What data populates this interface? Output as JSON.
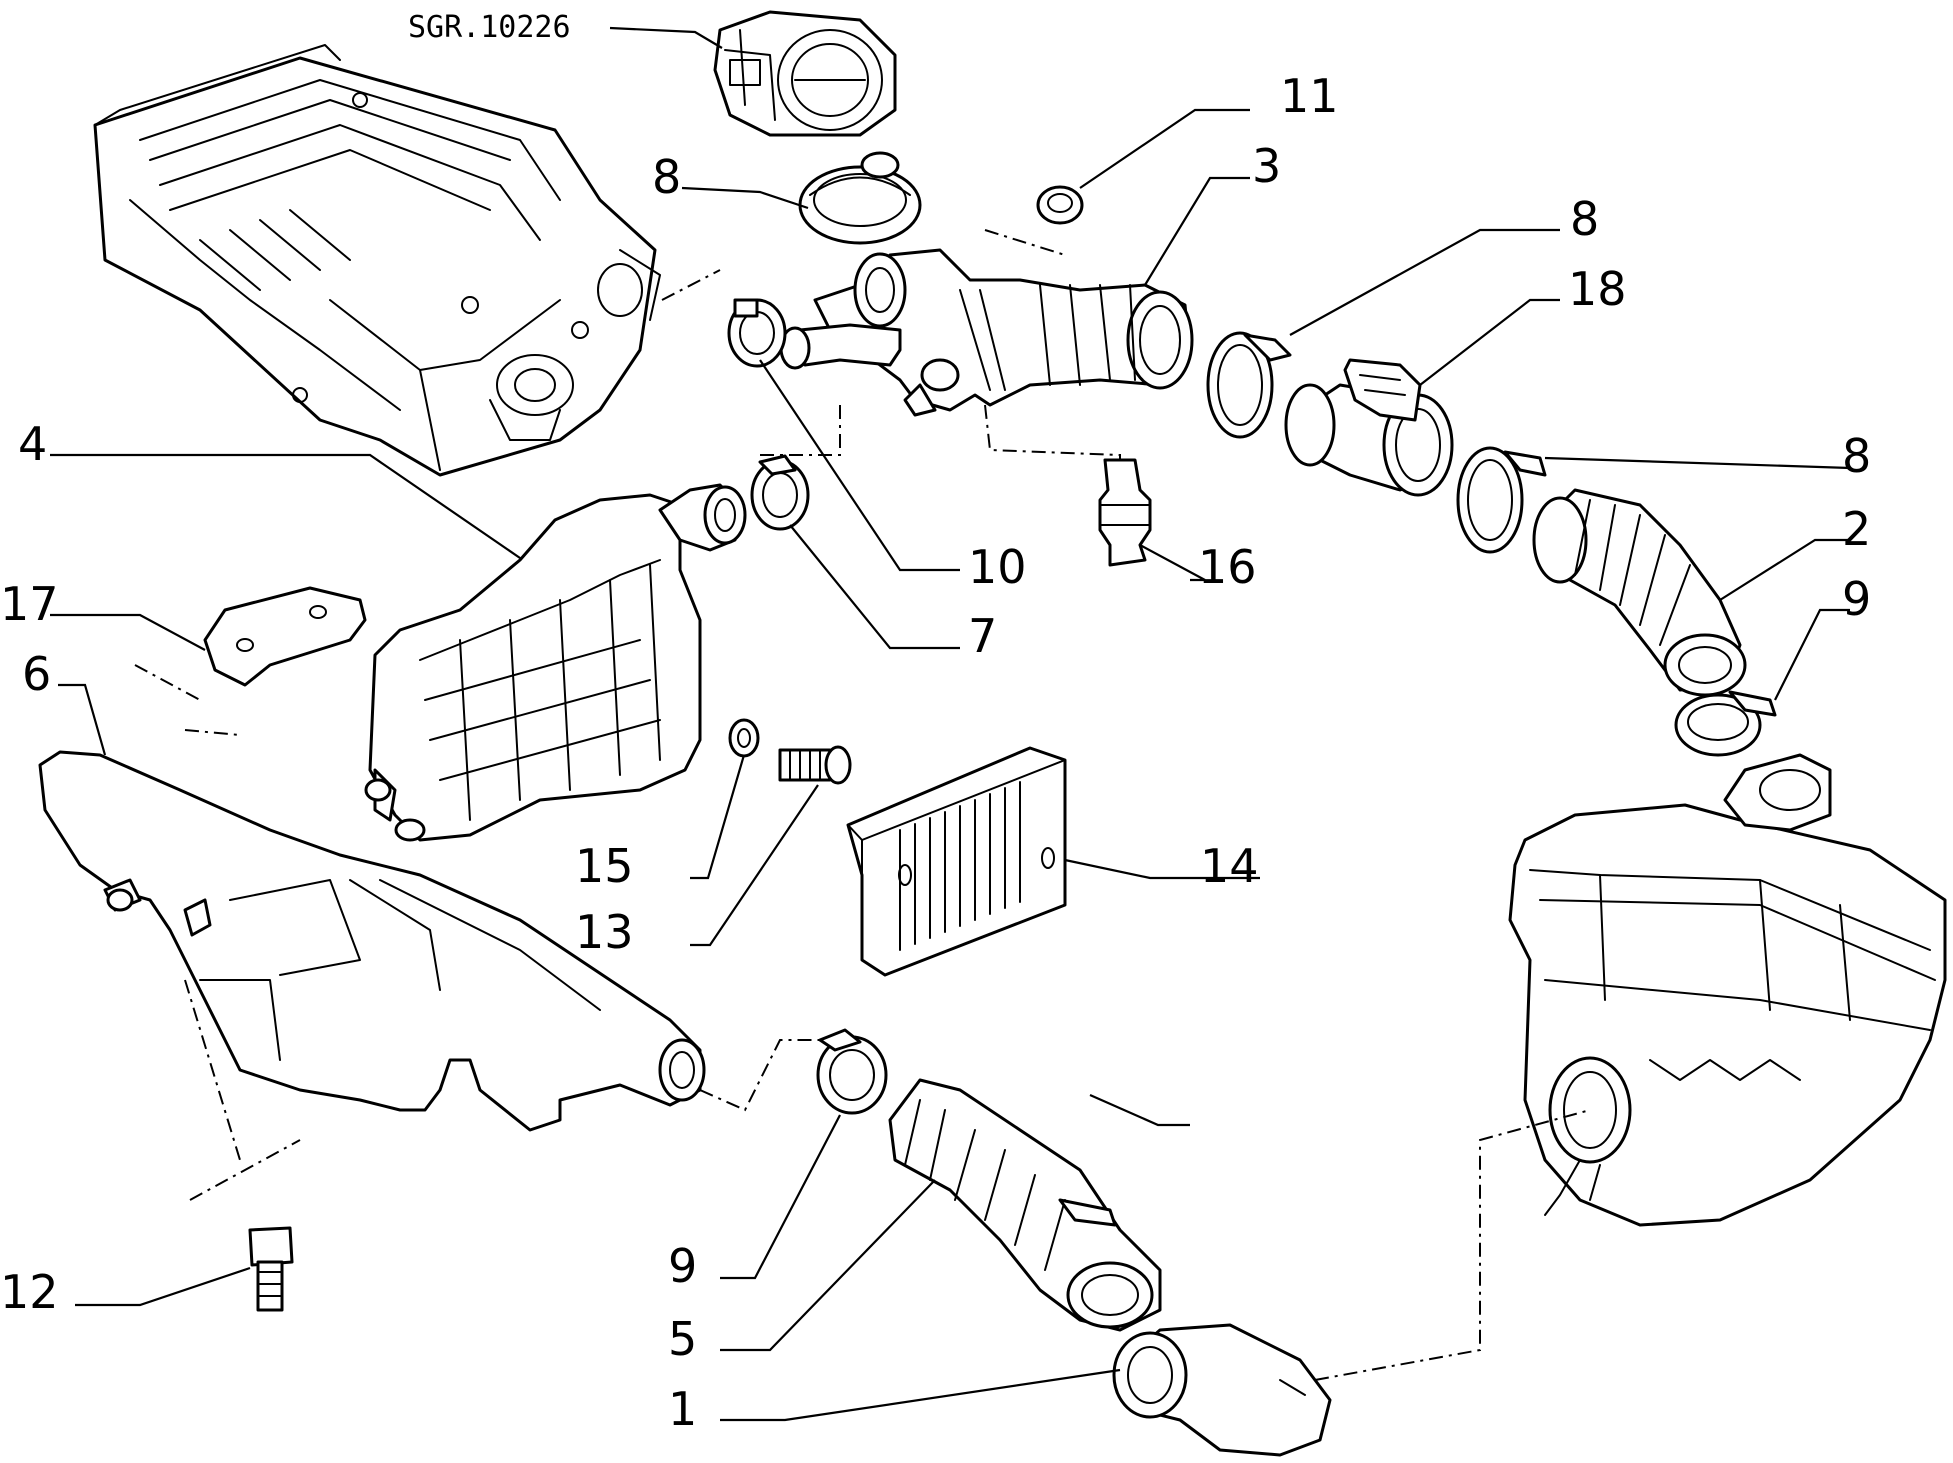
{
  "reference": "SGR.10226",
  "labels": {
    "l1": "1",
    "l2": "2",
    "l3": "3",
    "l4": "4",
    "l5": "5",
    "l6": "6",
    "l7": "7",
    "l8a": "8",
    "l8b": "8",
    "l8c": "8",
    "l9a": "9",
    "l9b": "9",
    "l10": "10",
    "l11": "11",
    "l12": "12",
    "l13": "13",
    "l14": "14",
    "l15": "15",
    "l16": "16",
    "l17": "17",
    "l18": "18"
  },
  "colors": {
    "line": "#000000",
    "background": "#ffffff"
  }
}
